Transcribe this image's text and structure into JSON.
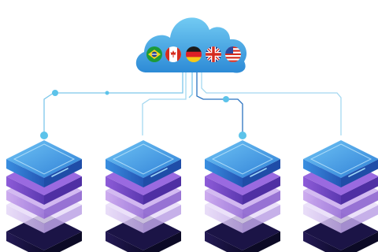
{
  "colors": {
    "cloud_top": "#6fc8f2",
    "cloud_bottom": "#2f8fd8",
    "line": "#7cc7ea",
    "line_dark": "#2b73c0",
    "node": "#5cc3ea",
    "server_top": "#3f9ee6",
    "server_top_light": "#6fc4f5",
    "server_side": "#2a67c2",
    "layer_purple": "#7a4fc6",
    "layer_violet": "#b58de6",
    "layer_lilac": "#d9c6f3",
    "base_dark": "#14103a"
  },
  "cloud": {
    "flags": [
      "brazil-flag-icon",
      "canada-flag-icon",
      "germany-flag-icon",
      "uk-flag-icon",
      "usa-flag-icon"
    ]
  },
  "servers": [
    {
      "name": "server-stack-1"
    },
    {
      "name": "server-stack-2"
    },
    {
      "name": "server-stack-3"
    },
    {
      "name": "server-stack-4"
    }
  ]
}
